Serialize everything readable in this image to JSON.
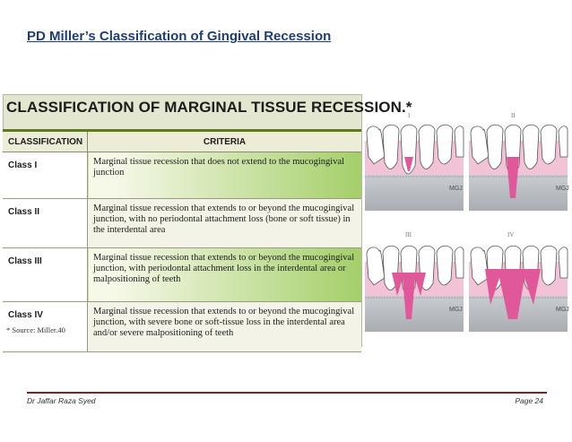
{
  "page_title": "PD Miller’s Classification of Gingival Recession",
  "table": {
    "heading": "CLASSIFICATION OF MARGINAL TISSUE RECESSION.*",
    "col_classification": "CLASSIFICATION",
    "col_criteria": "CRITERIA",
    "rows": [
      {
        "cls": "Class I",
        "criteria": "Marginal tissue recession that does not extend to the mucogingival junction"
      },
      {
        "cls": "Class II",
        "criteria": "Marginal tissue recession that extends to or beyond the mucogingival junction, with no periodontal attachment loss (bone or soft tissue) in the interdental area"
      },
      {
        "cls": "Class III",
        "criteria": "Marginal tissue recession that extends to or beyond the mucogingival junction, with periodontal attachment loss in the interdental area or malpositioning of teeth"
      },
      {
        "cls": "Class IV",
        "criteria": "Marginal tissue recession that extends to or beyond the mucogingival junction, with severe bone or soft-tissue loss in the interdental area and/or severe malpositioning of teeth"
      }
    ],
    "source": "* Source: Miller.40"
  },
  "illustrations": {
    "labels": [
      "I",
      "II",
      "III",
      "IV"
    ],
    "mgj": "MGJ"
  },
  "colors": {
    "title": "#1f3d78",
    "gingiva": "#e0589a",
    "mucosa": "#b8bcc0",
    "rule": "#7f1f1f"
  },
  "footer": {
    "author": "Dr Jaffar Raza Syed",
    "page": "Page 24"
  }
}
